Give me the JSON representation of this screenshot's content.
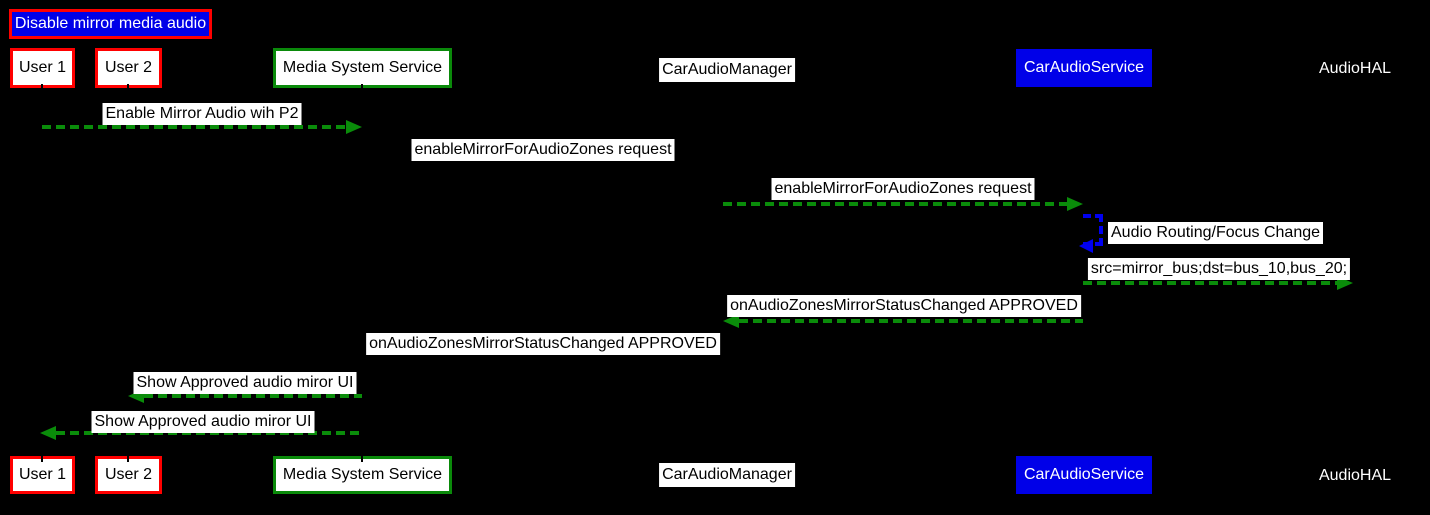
{
  "title": "Disable mirror media audio",
  "diagram_type": "sequence-diagram",
  "participants": [
    {
      "id": "user1",
      "name": "User 1",
      "box_style": "white-fill-red-border"
    },
    {
      "id": "user2",
      "name": "User 2",
      "box_style": "white-fill-red-border"
    },
    {
      "id": "media-system-service",
      "name": "Media System Service",
      "box_style": "white-fill-green-border"
    },
    {
      "id": "car-audio-manager",
      "name": "CarAudioManager",
      "box_style": "white-label-no-border"
    },
    {
      "id": "car-audio-service",
      "name": "CarAudioService",
      "box_style": "blue-fill-white-text"
    },
    {
      "id": "audio-hal",
      "name": "AudioHAL",
      "box_style": "text-only"
    }
  ],
  "messages": [
    {
      "from": "User 1",
      "to": "Media System Service",
      "text": "Enable Mirror Audio wih P2",
      "style": "green-dashed-right"
    },
    {
      "from": "Media System Service",
      "to": "CarAudioManager",
      "text": "enableMirrorForAudioZones request",
      "style": "hidden-arrow-right"
    },
    {
      "from": "CarAudioManager",
      "to": "CarAudioService",
      "text": "enableMirrorForAudioZones request",
      "style": "green-dashed-right"
    },
    {
      "from": "CarAudioService",
      "to": "CarAudioService",
      "text": "Audio Routing/Focus Change",
      "style": "blue-dashed-self-loop"
    },
    {
      "from": "CarAudioService",
      "to": "AudioHAL",
      "text": "src=mirror_bus;dst=bus_10,bus_20;",
      "style": "green-dashed-right"
    },
    {
      "from": "CarAudioService",
      "to": "CarAudioManager",
      "text": "onAudioZonesMirrorStatusChanged APPROVED",
      "style": "green-dashed-left"
    },
    {
      "from": "CarAudioManager",
      "to": "Media System Service",
      "text": "onAudioZonesMirrorStatusChanged APPROVED",
      "style": "hidden-arrow-left"
    },
    {
      "from": "Media System Service",
      "to": "User 2",
      "text": "Show Approved audio miror UI",
      "style": "green-dashed-left"
    },
    {
      "from": "Media System Service",
      "to": "User 1",
      "text": "Show Approved audio miror UI",
      "style": "green-dashed-left"
    }
  ],
  "colors": {
    "background": "#000000",
    "arrow_green": "#0a8c0a",
    "self_loop_blue": "#0000f0",
    "title_fill_blue": "#0000e8",
    "title_border_red": "#ff0000",
    "actor_border_red": "#ff0000",
    "actor_border_green": "#0a8a0a",
    "service_fill_blue": "#0000e8",
    "label_background": "#ffffff",
    "label_text": "#000000"
  }
}
